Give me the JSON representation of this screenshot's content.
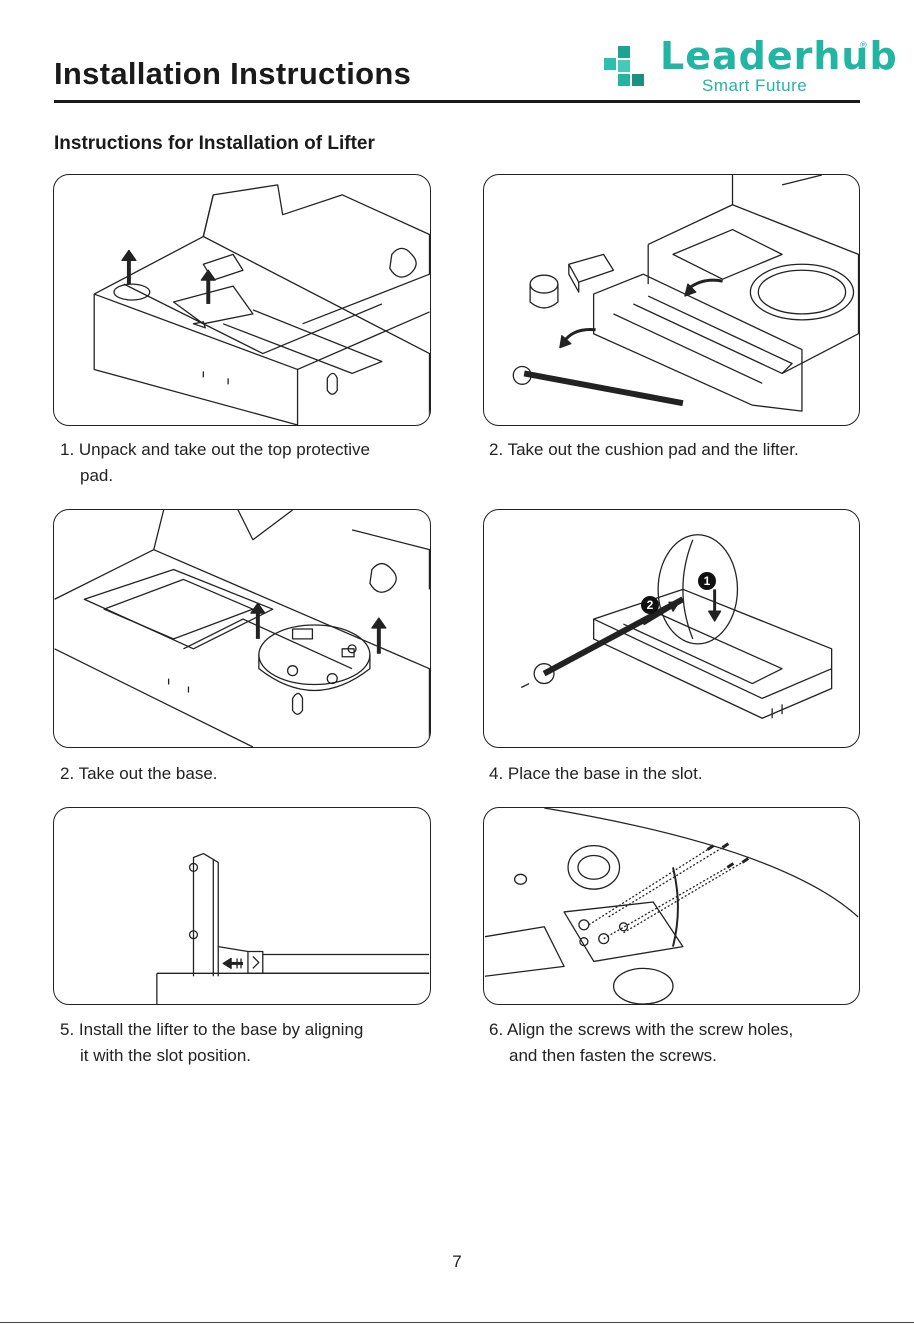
{
  "header": {
    "title": "Installation Instructions",
    "brand_name": "Leaderhub",
    "brand_reg": "®",
    "brand_slogan": "Smart Future",
    "brand_color": "#23b5a3"
  },
  "section_title": "Instructions for Installation of Lifter",
  "steps": [
    {
      "line1": "1. Unpack and take out the top protective",
      "line2": "pad."
    },
    {
      "line1": "2. Take out the cushion pad and the lifter.",
      "line2": ""
    },
    {
      "line1": "2. Take out the base.",
      "line2": ""
    },
    {
      "line1": "4. Place the base in the slot.",
      "line2": ""
    },
    {
      "line1": "5. Install the lifter to the base by aligning",
      "line2": "it with the slot position."
    },
    {
      "line1": "6. Align the screws with the screw holes,",
      "line2": "and then fasten the screws."
    }
  ],
  "callouts": {
    "one": "1",
    "two": "2"
  },
  "page_number": "7"
}
